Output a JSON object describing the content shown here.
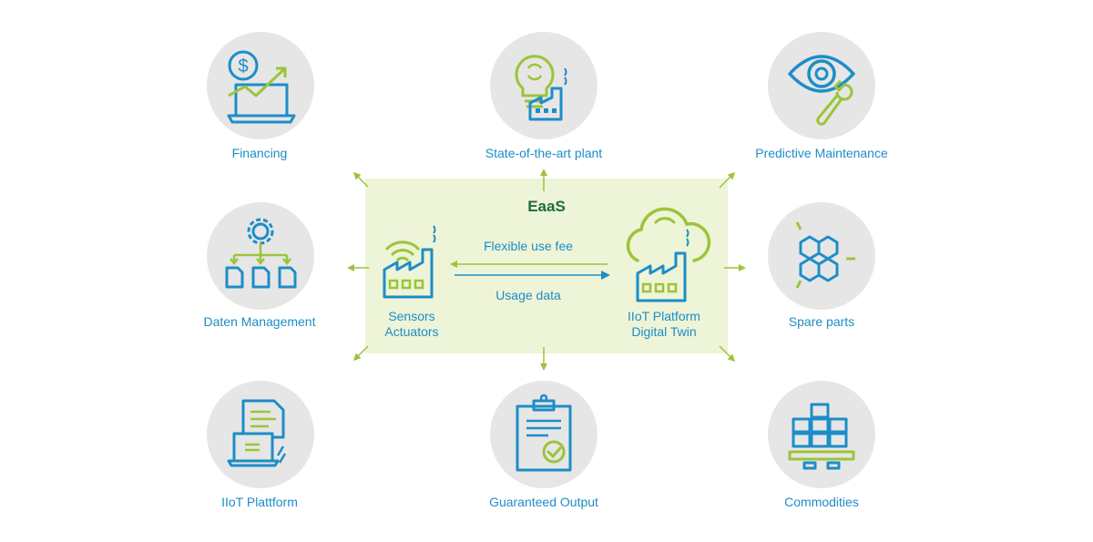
{
  "center": {
    "title": "EaaS",
    "flow_top": "Flexible use fee",
    "flow_bottom": "Usage data",
    "left_node": {
      "line1": "Sensors",
      "line2": "Actuators"
    },
    "right_node": {
      "line1": "IIoT Platform",
      "line2": "Digital Twin"
    }
  },
  "services": {
    "financing": "Financing",
    "plant": "State-of-the-art plant",
    "maintenance": "Predictive Maintenance",
    "data": "Daten Management",
    "spare": "Spare parts",
    "iiot": "IIoT Plattform",
    "output": "Guaranteed Output",
    "commodities": "Commodities"
  },
  "colors": {
    "blue": "#1d8dc7",
    "green": "#9cc43a",
    "box": "#eef4d7",
    "circle": "#e6e6e6",
    "title": "#1e6b3f"
  }
}
